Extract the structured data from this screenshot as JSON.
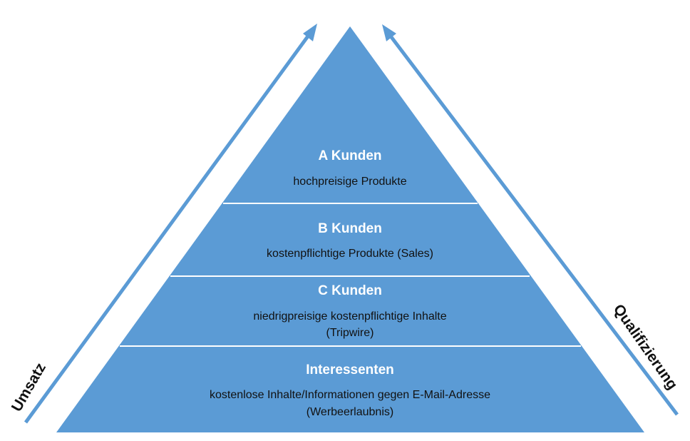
{
  "colors": {
    "pyramid_fill": "#5b9bd5",
    "divider": "#ffffff",
    "arrow": "#5b9bd5"
  },
  "tiers": [
    {
      "title": "A Kunden",
      "lines": [
        "hochpreisige Produkte"
      ]
    },
    {
      "title": "B Kunden",
      "lines": [
        "kostenpflichtige Produkte (Sales)"
      ]
    },
    {
      "title": "C Kunden",
      "lines": [
        "niedrigpreisige kostenpflichtige Inhalte",
        "(Tripwire)"
      ]
    },
    {
      "title": "Interessenten",
      "lines": [
        "kostenlose Inhalte/Informationen gegen E-Mail-Adresse",
        "(Werbeerlaubnis)"
      ]
    }
  ],
  "left_axis": {
    "label": "Umsatz",
    "icon": "arrow-up-right-icon"
  },
  "right_axis": {
    "label": "Qualifizierung",
    "icon": "arrow-up-left-icon"
  }
}
